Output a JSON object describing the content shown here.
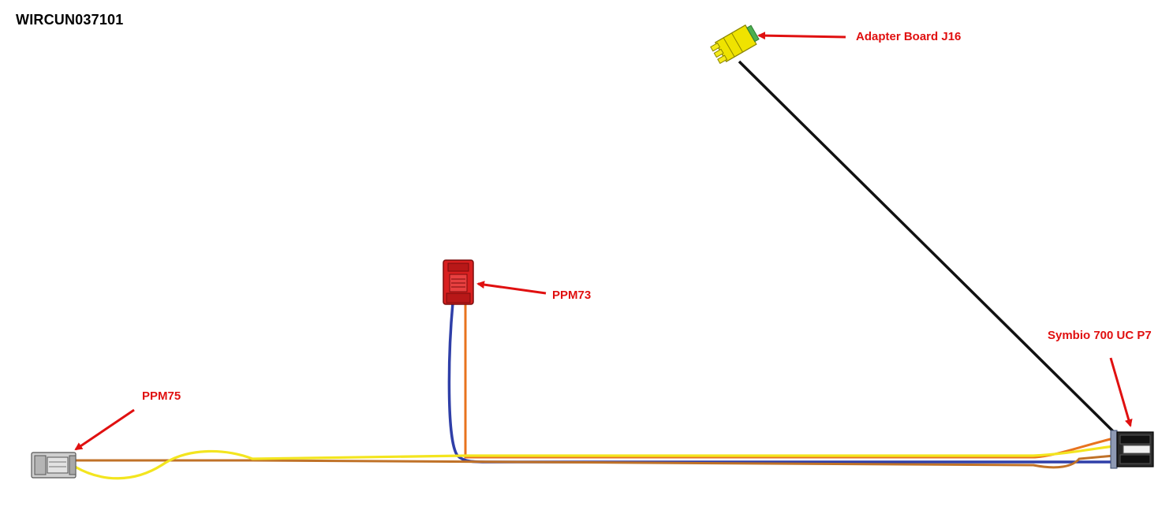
{
  "title": "WIRCUN037101",
  "callout_color": "#e01010",
  "connectors": [
    {
      "id": "adapter-board-j16",
      "label": "Adapter Board J16",
      "color": "#f2e600"
    },
    {
      "id": "ppm73",
      "label": "PPM73",
      "color": "#d92020"
    },
    {
      "id": "ppm75",
      "label": "PPM75",
      "color": "#c8c8c8"
    },
    {
      "id": "symbio-700-uc-p7",
      "label": "Symbio 700 UC P7",
      "color": "#2a2a2a"
    }
  ],
  "wire_colors": {
    "black": "#111111",
    "yellow": "#f3e51f",
    "orange": "#e8731e",
    "brown": "#c07228",
    "blue": "#2f3fa8"
  }
}
